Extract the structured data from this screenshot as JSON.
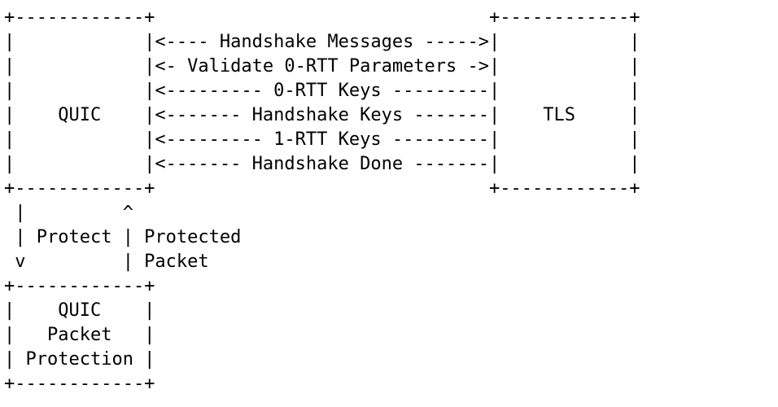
{
  "diagram": {
    "lines": [
      "+------------+                               +------------+",
      "|            |<---- Handshake Messages ----->|            |",
      "|            |<- Validate 0-RTT Parameters ->|            |",
      "|            |<--------- 0-RTT Keys ---------|            |",
      "|    QUIC    |<------- Handshake Keys -------|    TLS     |",
      "|            |<--------- 1-RTT Keys ---------|            |",
      "|            |<------- Handshake Done -------|            |",
      "+------------+                               +------------+",
      " |         ^",
      " | Protect | Protected",
      " v         | Packet",
      "+------------+",
      "|    QUIC    |",
      "|   Packet   |",
      "| Protection |",
      "+------------+"
    ]
  }
}
